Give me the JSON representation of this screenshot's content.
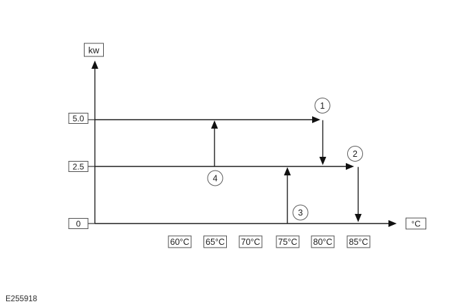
{
  "figure_code": "E255918",
  "chart_data": {
    "type": "line",
    "title": "",
    "xlabel": "°C",
    "ylabel": "kw",
    "x_tick_labels": [
      "60°C",
      "65°C",
      "70°C",
      "75°C",
      "80°C",
      "85°C"
    ],
    "x_tick_values": [
      60,
      65,
      70,
      75,
      80,
      85
    ],
    "y_tick_labels": [
      "5.0",
      "2.5",
      "0"
    ],
    "y_tick_values": [
      5.0,
      2.5,
      0
    ],
    "xlim": [
      60,
      85
    ],
    "ylim": [
      0,
      5
    ],
    "grid": false,
    "line_color": "#1f1f1f",
    "background_color": "#ffffff",
    "arrows": [
      {
        "kind": "horizontal",
        "at_kw": 5.0,
        "from": "y-axis",
        "ends_at_temp_c": 80,
        "direction": "right"
      },
      {
        "kind": "vertical",
        "at_temp_c": 80,
        "from_kw": 5.0,
        "to_kw": 2.5,
        "direction": "down"
      },
      {
        "kind": "horizontal",
        "at_kw": 2.5,
        "from": "y-axis",
        "ends_at_temp_c": 85,
        "direction": "right"
      },
      {
        "kind": "vertical",
        "at_temp_c": 85,
        "from_kw": 2.5,
        "to_kw": 0,
        "direction": "down"
      },
      {
        "kind": "vertical",
        "at_temp_c": 65,
        "from_kw": 2.5,
        "to_kw": 5.0,
        "direction": "up"
      },
      {
        "kind": "vertical",
        "at_temp_c": 75,
        "from_kw": 0,
        "to_kw": 2.5,
        "direction": "up"
      }
    ],
    "callouts": [
      {
        "label": "1",
        "temp_c": 80,
        "kw": 5.0
      },
      {
        "label": "2",
        "temp_c": 85,
        "kw": 2.5
      },
      {
        "label": "3",
        "temp_c": 75,
        "kw": 0
      },
      {
        "label": "4",
        "temp_c": 65,
        "kw": 2.5
      }
    ],
    "legend": null
  }
}
